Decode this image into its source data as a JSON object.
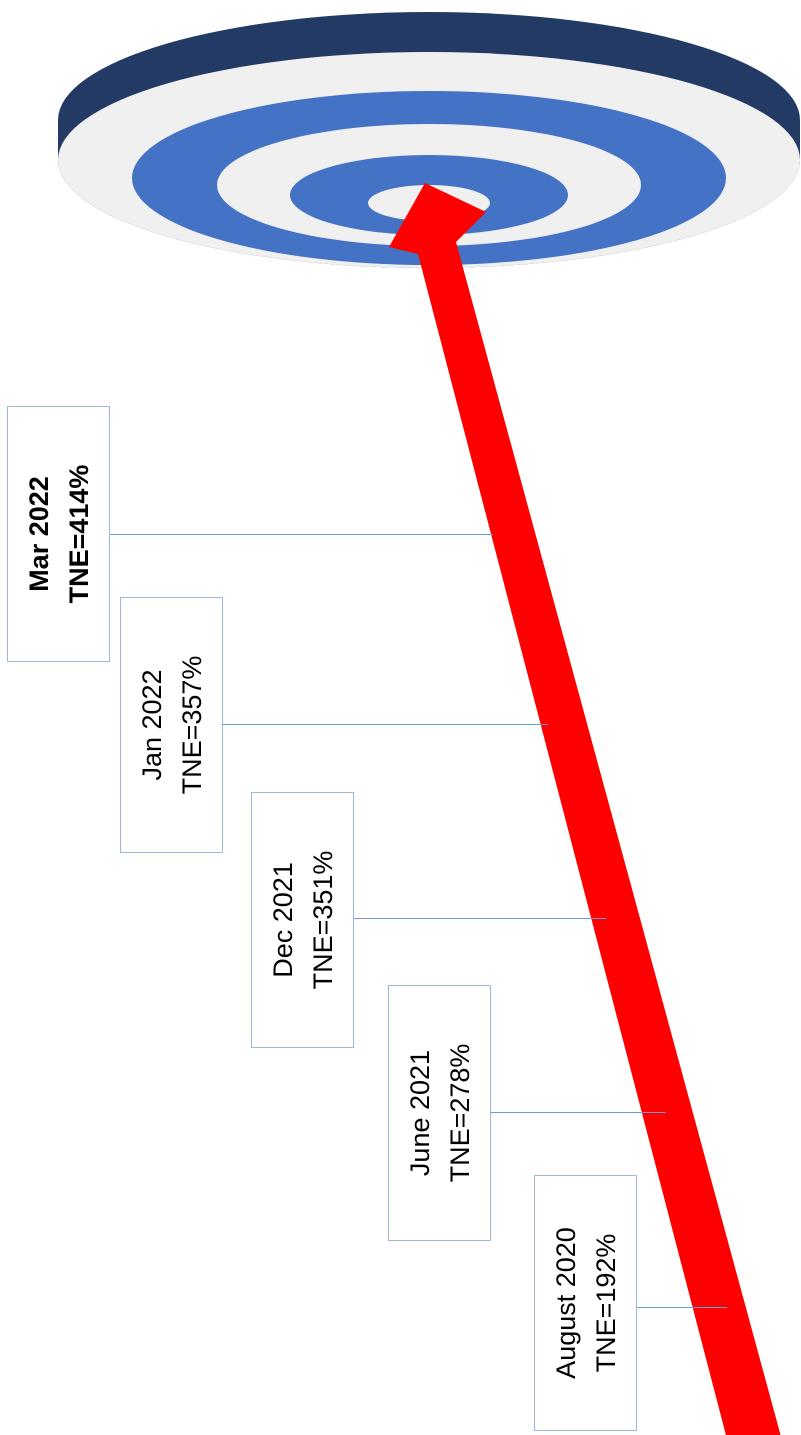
{
  "colors": {
    "target_outer": "#233a64",
    "target_light": "#f0f0f1",
    "target_ring": "#4472c4",
    "arrow": "#ff0000",
    "box_border": "#9db8de",
    "connector": "#6a9bd6"
  },
  "milestones": [
    {
      "id": "mar-2022",
      "date": "Mar 2022",
      "tne": "TNE=414%",
      "emphasis": true
    },
    {
      "id": "jan-2022",
      "date": "Jan 2022",
      "tne": "TNE=357%",
      "emphasis": false
    },
    {
      "id": "dec-2021",
      "date": "Dec 2021",
      "tne": "TNE=351%",
      "emphasis": false
    },
    {
      "id": "june-2021",
      "date": "June 2021",
      "tne": "TNE=278%",
      "emphasis": false
    },
    {
      "id": "august-2020",
      "date": "August 2020",
      "tne": "TNE=192%",
      "emphasis": false
    }
  ]
}
